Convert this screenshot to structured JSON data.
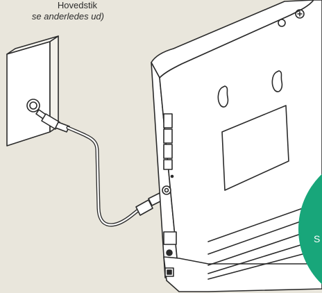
{
  "caption": {
    "line1": "Hovedstik",
    "line2": "se anderledes ud)"
  },
  "badge": {
    "text": "S",
    "color": "#18a67a"
  },
  "colors": {
    "background": "#e9e6dc",
    "stroke": "#2a2a2a",
    "device_fill": "#ffffff"
  },
  "icons": [
    "wall-socket-icon",
    "coax-cable-icon",
    "router-device-icon",
    "power-button-icon",
    "keyhole-mount-icon"
  ]
}
